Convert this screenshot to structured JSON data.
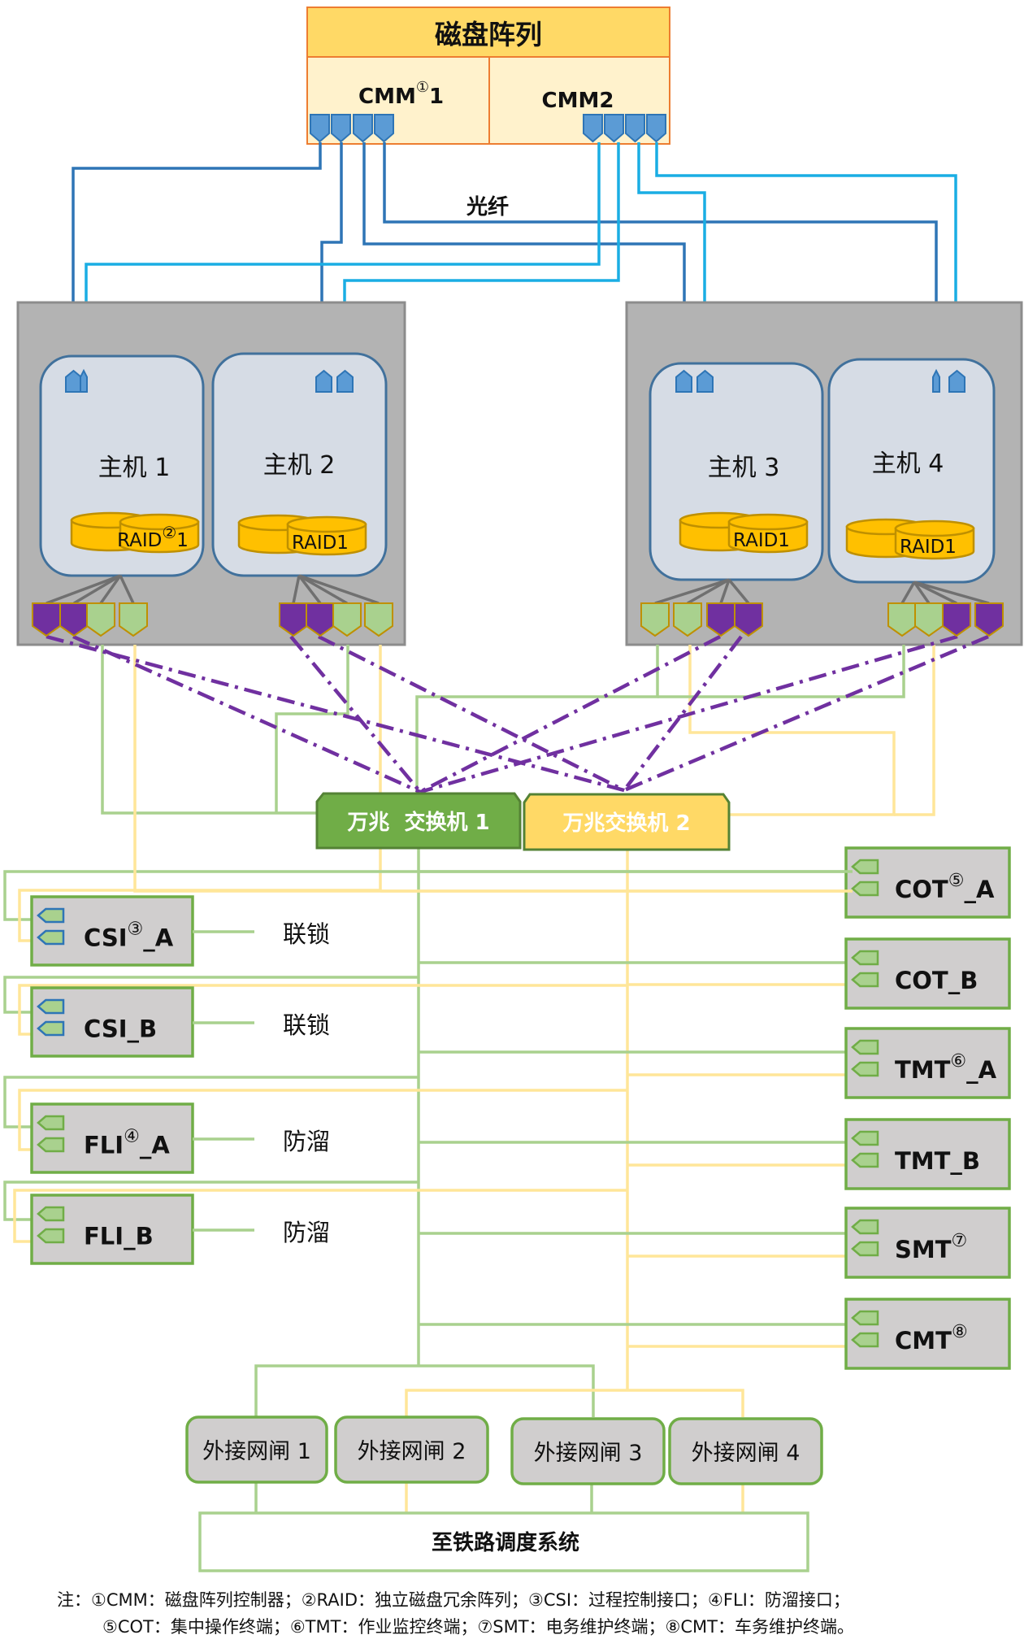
{
  "colors": {
    "array_title_fill": "#FFD966",
    "array_body_fill": "#FFF2CC",
    "array_border": "#ED7D31",
    "port_blue": "#5B9BD5",
    "port_blue_border": "#2E75B6",
    "fiber_dark": "#2E75B6",
    "fiber_light": "#1AADE4",
    "host_group_fill": "#B3B3B3",
    "host_fill": "#D6DCE5",
    "host_border": "#41719C",
    "raid_fill": "#FFC000",
    "raid_border": "#BF9000",
    "port_purple": "#7030A0",
    "port_green": "#A9D18E",
    "port_border": "#BF9000",
    "net_green": "#A9D18E",
    "net_yellow": "#FFE699",
    "switch1_fill": "#70AD47",
    "switch2_fill": "#FFD966",
    "switch_border": "#548235",
    "client_fill": "#D0CECE",
    "client_border": "#70AD47",
    "dashed_purple": "#7030A0"
  },
  "disk_array": {
    "title": "磁盘阵列",
    "controllers": [
      {
        "name": "CMM",
        "sup": "①",
        "suffix": "1"
      },
      {
        "name": "CMM2",
        "sup": "",
        "suffix": ""
      }
    ]
  },
  "fiber_label": "光纤",
  "hosts": [
    {
      "name": "主机 1",
      "raid": "RAID",
      "raid_sup": "②",
      "raid_suffix": "1"
    },
    {
      "name": "主机 2",
      "raid": "RAID1",
      "raid_sup": "",
      "raid_suffix": ""
    },
    {
      "name": "主机 3",
      "raid": "RAID1",
      "raid_sup": "",
      "raid_suffix": ""
    },
    {
      "name": "主机 4",
      "raid": "RAID1",
      "raid_sup": "",
      "raid_suffix": ""
    }
  ],
  "switches": [
    {
      "name": "万兆  交换机 1"
    },
    {
      "name": "万兆交换机 2"
    }
  ],
  "left_clients": [
    {
      "name": "CSI",
      "sup": "③",
      "suffix": "_A",
      "function": "联锁"
    },
    {
      "name": "CSI_B",
      "sup": "",
      "suffix": "",
      "function": "联锁"
    },
    {
      "name": "FLI",
      "sup": "④",
      "suffix": "_A",
      "function": "防溜"
    },
    {
      "name": "FLI_B",
      "sup": "",
      "suffix": "",
      "function": "防溜"
    }
  ],
  "right_clients": [
    {
      "name": "COT",
      "sup": "⑤",
      "suffix": "_A"
    },
    {
      "name": "COT_B",
      "sup": "",
      "suffix": ""
    },
    {
      "name": "TMT",
      "sup": "⑥",
      "suffix": "_A"
    },
    {
      "name": "TMT_B",
      "sup": "",
      "suffix": ""
    },
    {
      "name": "SMT",
      "sup": "⑦",
      "suffix": ""
    },
    {
      "name": "CMT",
      "sup": "⑧",
      "suffix": ""
    }
  ],
  "gateways": [
    "外接网闸 1",
    "外接网闸 2",
    "外接网闸 3",
    "外接网闸 4"
  ],
  "railway_system": "至铁路调度系统",
  "notes": {
    "line1": "注：①CMM：磁盘阵列控制器；②RAID：独立磁盘冗余阵列；③CSI：过程控制接口；④FLI：防溜接口；",
    "line2": "⑤COT：集中操作终端；⑥TMT：作业监控终端；⑦SMT：电务维护终端；⑧CMT：车务维护终端。"
  }
}
